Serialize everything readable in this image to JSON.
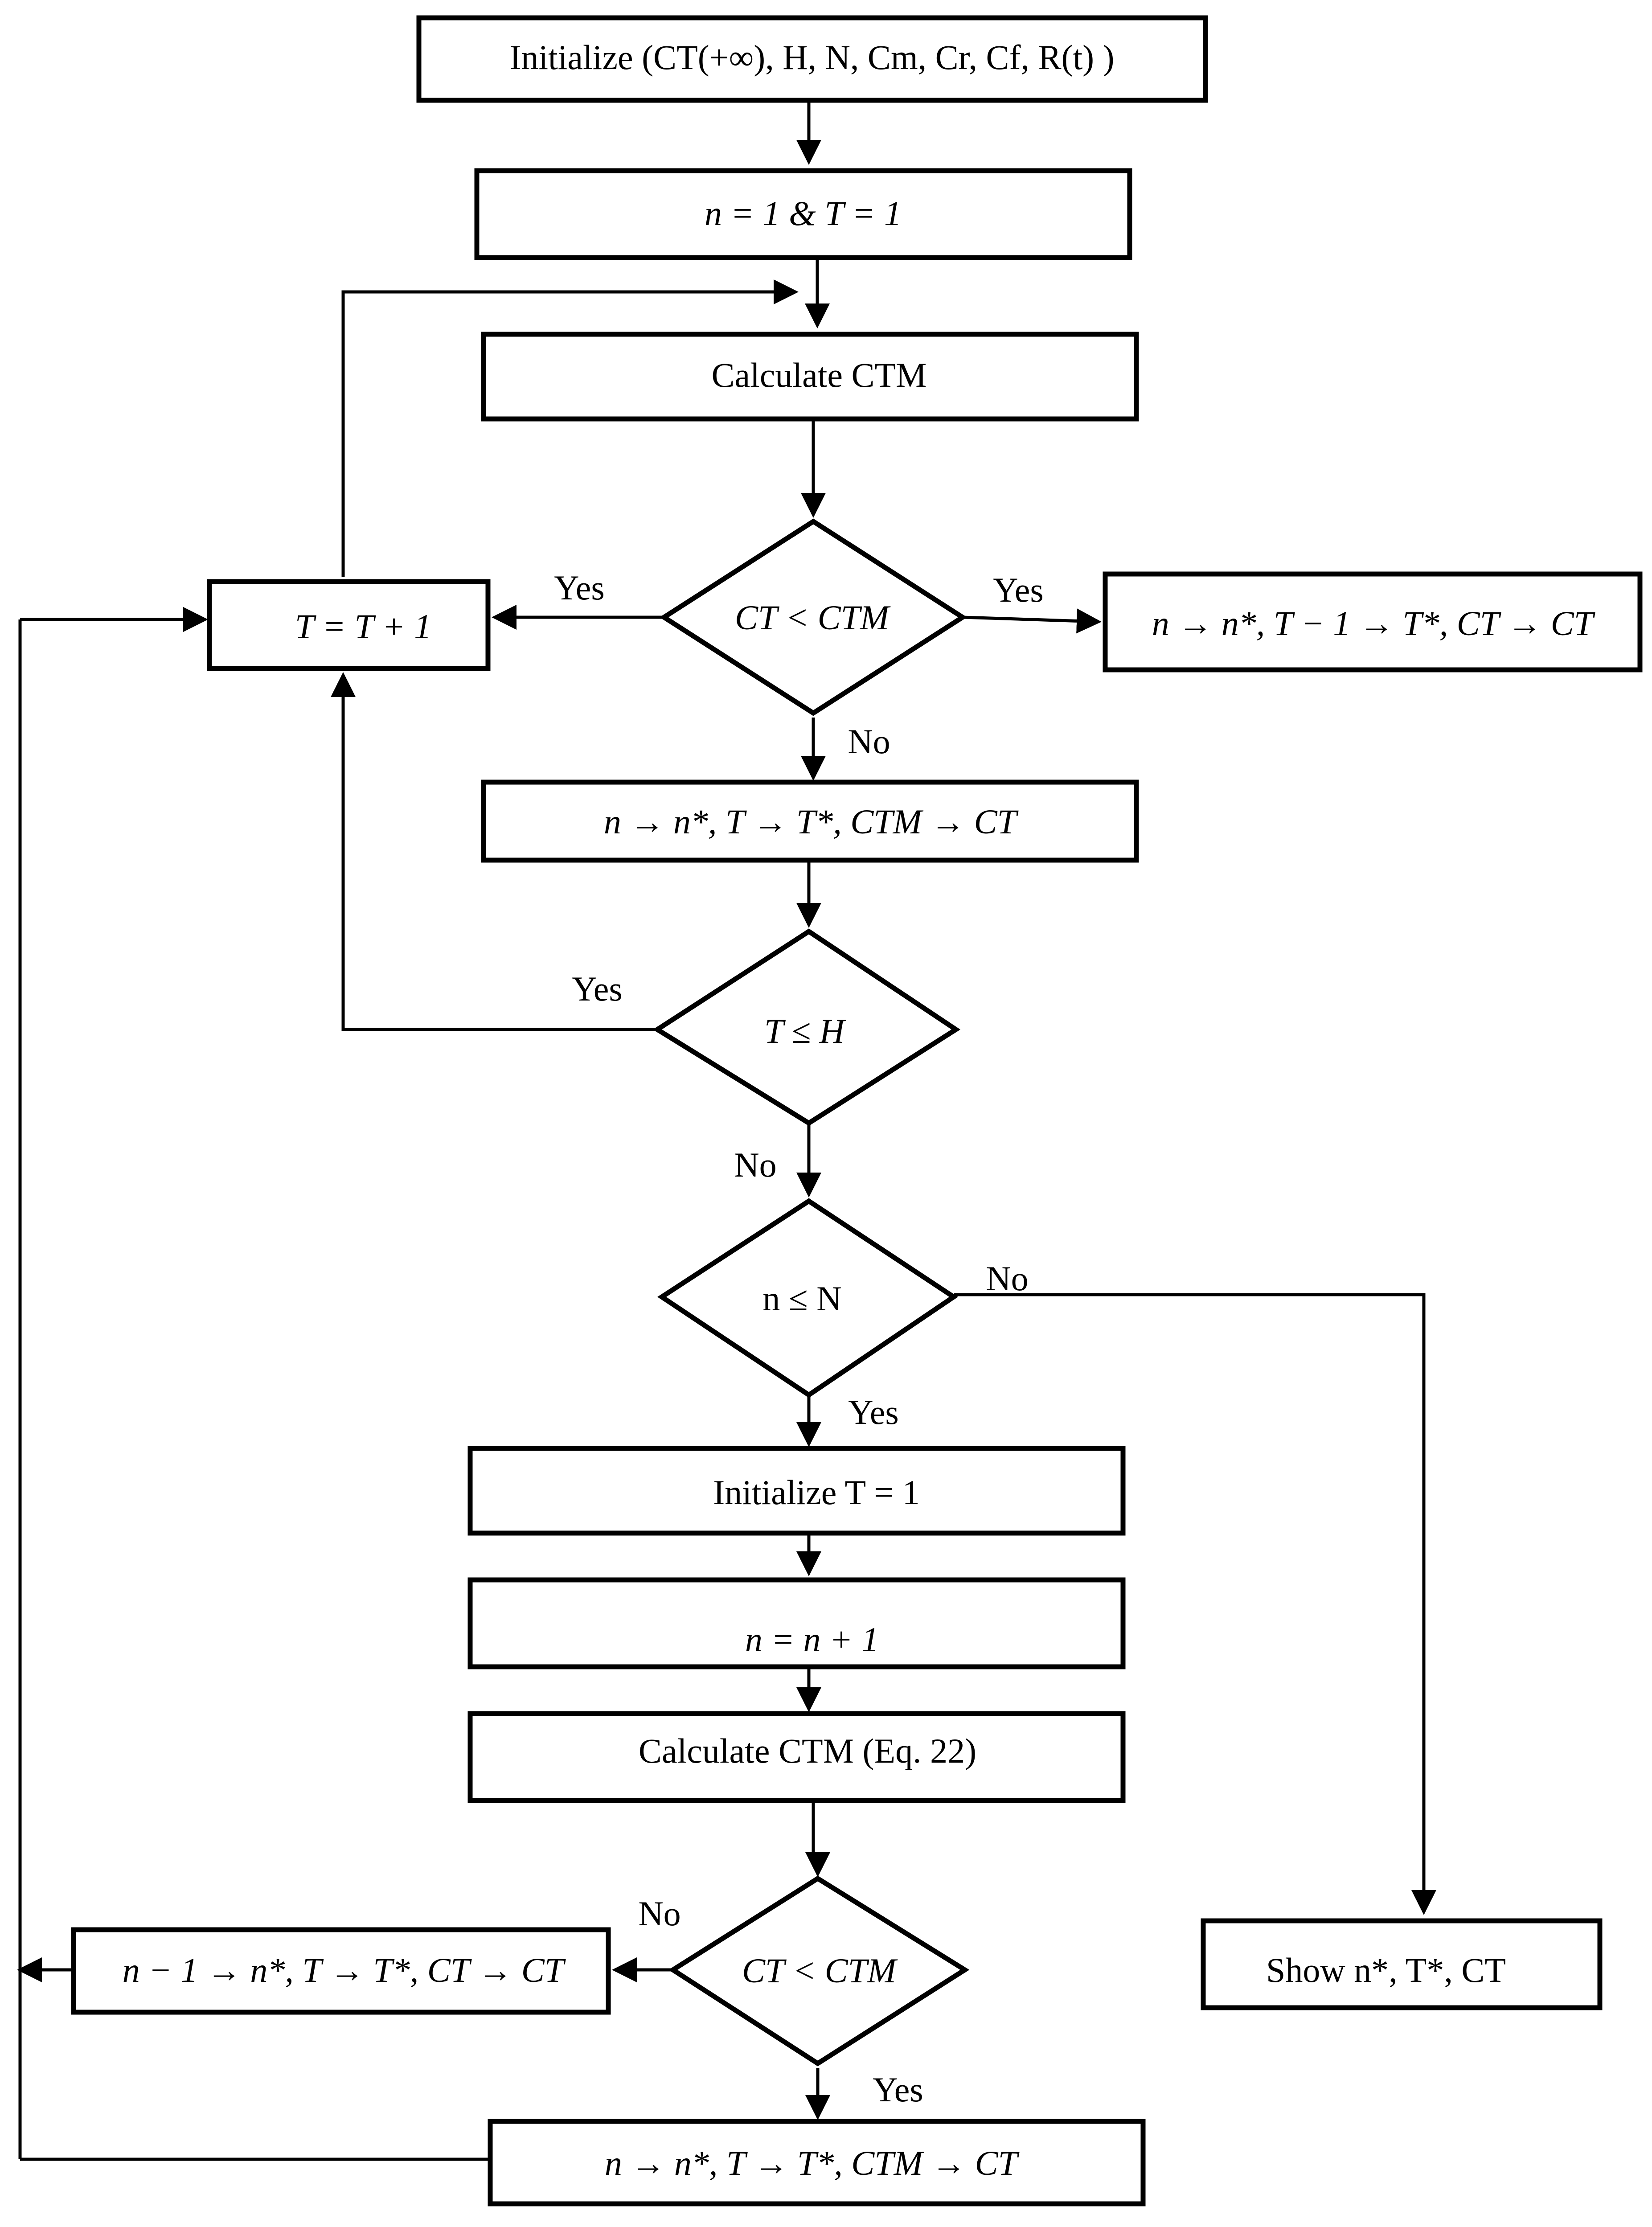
{
  "flowchart": {
    "nodes": {
      "init": "Initialize (CT(+∞), H, N, Cm, Cr, Cf, R(t) )",
      "set_n1_t1": "n = 1  &  T = 1",
      "calc_ctm_1": "Calculate CTM",
      "dec_ct_lt_ctm_1": "CT < CTM",
      "t_increment": "T = T + 1",
      "assign_t_minus_1": "n → n*, T − 1 → T*, CT → CT",
      "assign_ctm_1": "n → n*, T → T*, CTM → CT",
      "dec_t_le_h": "T ≤ H",
      "dec_n_le_n": "n ≤ N",
      "init_t1": "Initialize  T = 1",
      "n_increment": "n = n + 1",
      "calc_ctm_eq22": "Calculate  CTM  (Eq. 22)",
      "dec_ct_lt_ctm_2": "CT < CTM",
      "assign_n_minus_1": "n − 1 → n*, T → T*, CT → CT",
      "assign_ctm_2": "n → n*, T → T*, CTM → CT",
      "show_result": "Show  n*, T*, CT"
    },
    "edge_labels": {
      "yes": "Yes",
      "no": "No"
    }
  }
}
